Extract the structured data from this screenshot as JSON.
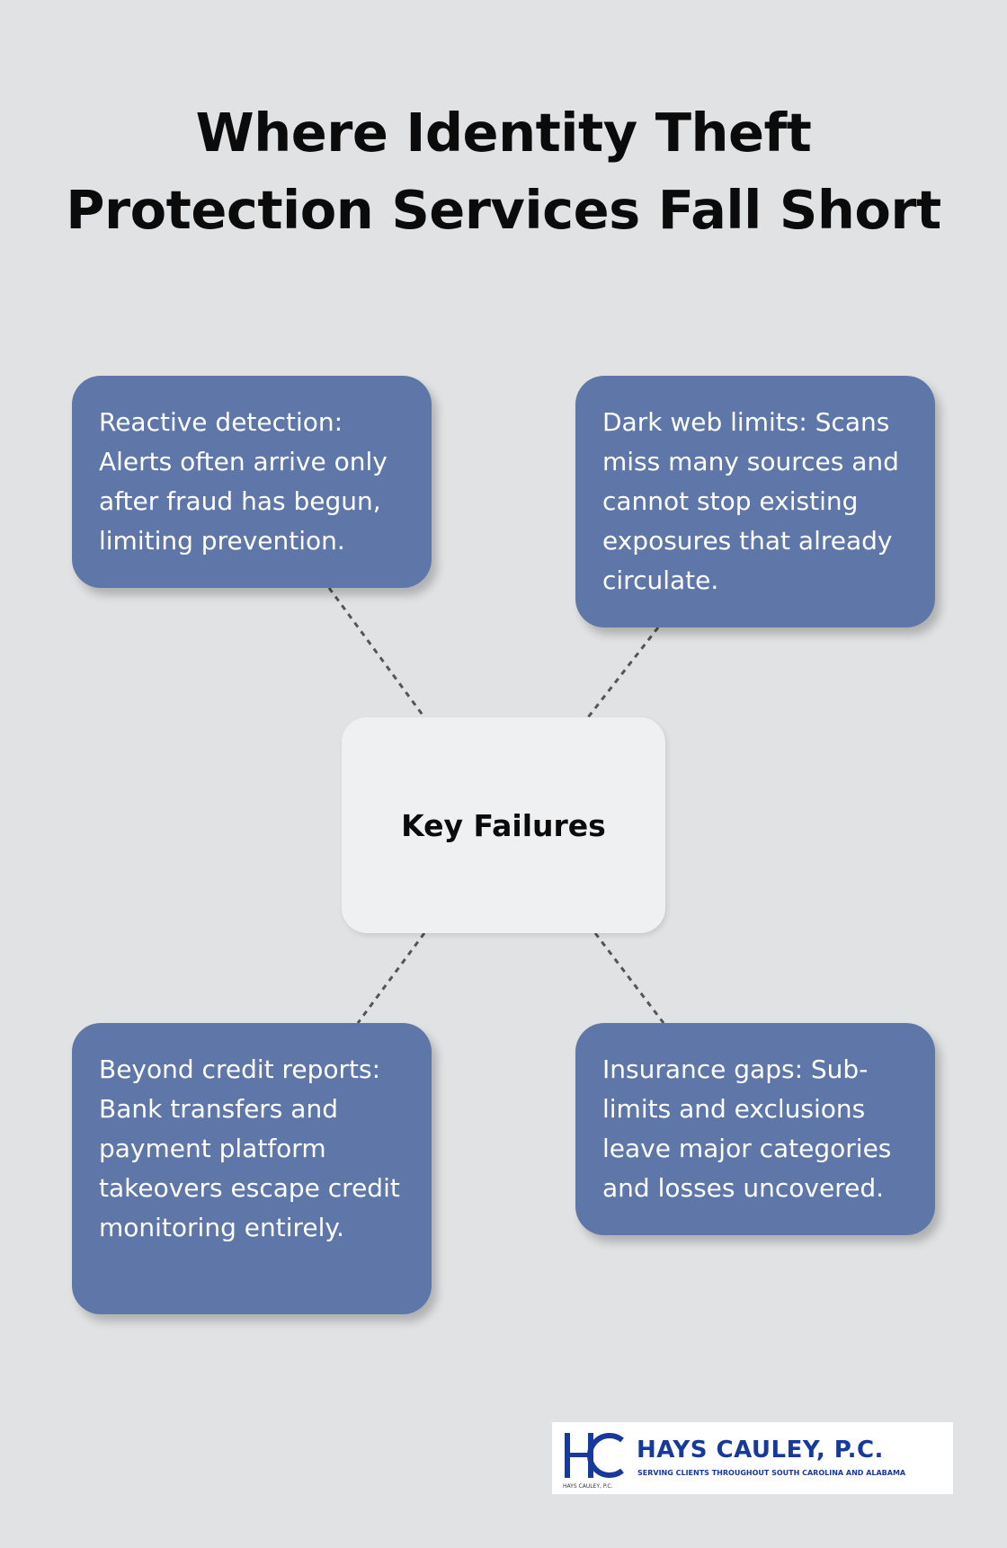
{
  "title": {
    "line1": "Where Identity Theft",
    "line2": "Protection Services Fall Short"
  },
  "center": {
    "label": "Key Failures"
  },
  "cards": [
    {
      "id": "reactive-detection",
      "text": "Reactive detection: Alerts often arrive only after fraud has begun, limiting prevention."
    },
    {
      "id": "dark-web-limits",
      "text": "Dark web limits: Scans miss many sources and cannot stop existing exposures that already circulate."
    },
    {
      "id": "beyond-credit-reports",
      "text": "Beyond credit reports: Bank transfers and payment platform takeovers escape credit monitoring entirely."
    },
    {
      "id": "insurance-gaps",
      "text": "Insurance gaps: Sub-limits and exclusions leave major categories and losses uncovered."
    }
  ],
  "logo": {
    "monogram": "HC",
    "name": "HAYS CAULEY, P.C.",
    "tagline": "SERVING CLIENTS THROUGHOUT SOUTH CAROLINA AND ALABAMA",
    "small_text": "HAYS CAULEY, P.C."
  },
  "colors": {
    "background": "#e1e2e3",
    "card": "#5f77a8",
    "center_box": "#eff0f2",
    "connector": "#555555",
    "logo_blue": "#163a9c"
  }
}
